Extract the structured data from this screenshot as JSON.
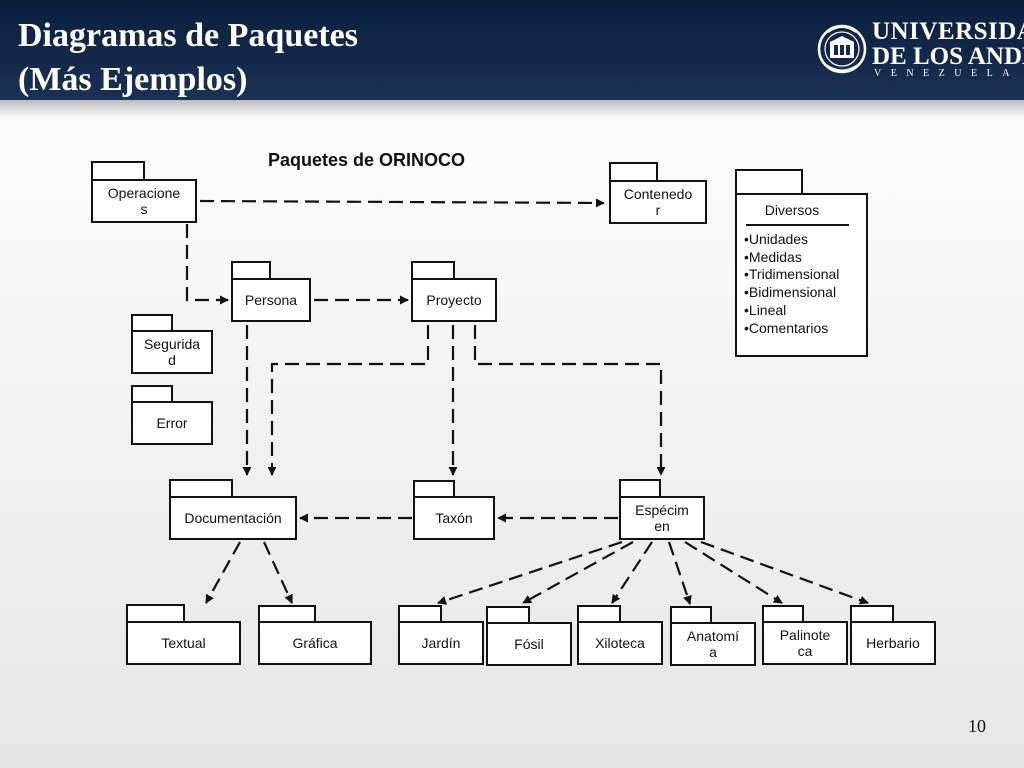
{
  "slide": {
    "title_line1": "Diagramas de Paquetes",
    "title_line2": "(Más Ejemplos)",
    "page_number": "10"
  },
  "logo": {
    "line1": "UNIVERSIDAD",
    "line2": "DE LOS ANDES",
    "line3": "VENEZUELA",
    "icon": "university-seal-icon"
  },
  "diagram": {
    "title": "Paquetes de ORINOCO",
    "packages": {
      "operaciones": [
        "Operacione",
        "s"
      ],
      "contenedor": [
        "Contenedo",
        "r"
      ],
      "persona": [
        "Persona"
      ],
      "proyecto": [
        "Proyecto"
      ],
      "seguridad": [
        "Segurida",
        "d"
      ],
      "error": [
        "Error"
      ],
      "documentacion": [
        "Documentación"
      ],
      "taxon": [
        "Taxón"
      ],
      "especimen": [
        "Espécim",
        "en"
      ],
      "textual": [
        "Textual"
      ],
      "grafica": [
        "Gráfica"
      ],
      "jardin": [
        "Jardín"
      ],
      "fosil": [
        "Fósil"
      ],
      "xiloteca": [
        "Xiloteca"
      ],
      "anatomia": [
        "Anatomí",
        "a"
      ],
      "palinoteca": [
        "Palinote",
        "ca"
      ],
      "herbario": [
        "Herbario"
      ]
    },
    "diversos": {
      "title": "Diversos",
      "items": [
        "•Unidades",
        "•Medidas",
        "•Tridimensional",
        "•Bidimensional",
        "•Lineal",
        "•Comentarios"
      ]
    }
  }
}
